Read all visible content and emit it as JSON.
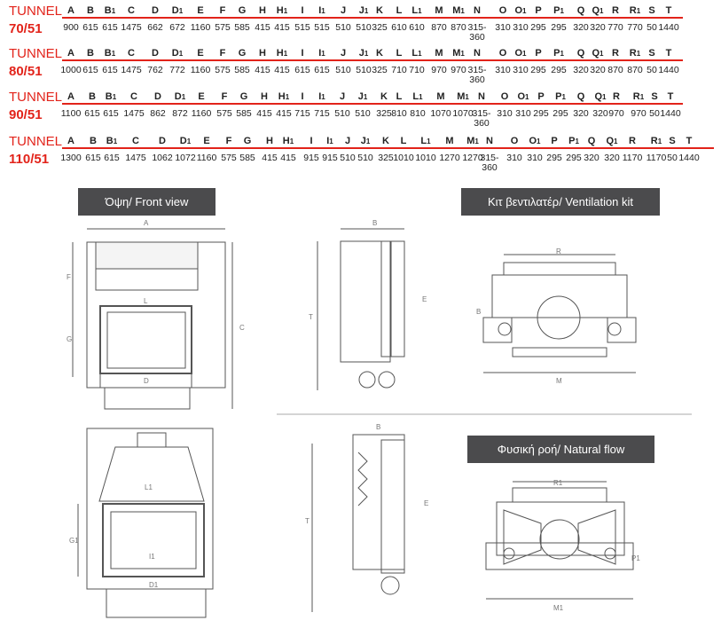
{
  "tables": [
    {
      "name": "TUNNEL",
      "model": "70/51",
      "headers": [
        "A",
        "B",
        "B1",
        "C",
        "D",
        "D1",
        "E",
        "F",
        "G",
        "H",
        "H1",
        "I",
        "I1",
        "J",
        "J1",
        "K",
        "L",
        "L1",
        "M",
        "M1",
        "N",
        "O",
        "O1",
        "P",
        "P1",
        "Q",
        "Q1",
        "R",
        "R1",
        "S",
        "T"
      ],
      "values": [
        "900",
        "615",
        "615",
        "1475",
        "662",
        "672",
        "1160",
        "575",
        "585",
        "415",
        "415",
        "515",
        "515",
        "510",
        "510",
        "325",
        "610",
        "610",
        "870",
        "870",
        "315-\n360",
        "310",
        "310",
        "295",
        "295",
        "320",
        "320",
        "770",
        "770",
        "50",
        "1440"
      ]
    },
    {
      "name": "TUNNEL",
      "model": "80/51",
      "headers": [
        "A",
        "B",
        "B1",
        "C",
        "D",
        "D1",
        "E",
        "F",
        "G",
        "H",
        "H1",
        "I",
        "I1",
        "J",
        "J1",
        "K",
        "L",
        "L1",
        "M",
        "M1",
        "N",
        "O",
        "O1",
        "P",
        "P1",
        "Q",
        "Q1",
        "R",
        "R1",
        "S",
        "T"
      ],
      "values": [
        "1000",
        "615",
        "615",
        "1475",
        "762",
        "772",
        "1160",
        "575",
        "585",
        "415",
        "415",
        "615",
        "615",
        "510",
        "510",
        "325",
        "710",
        "710",
        "970",
        "970",
        "315-\n360",
        "310",
        "310",
        "295",
        "295",
        "320",
        "320",
        "870",
        "870",
        "50",
        "1440"
      ]
    },
    {
      "name": "TUNNEL",
      "model": "90/51",
      "headers": [
        "A",
        "B",
        "B1",
        "C",
        "D",
        "D1",
        "E",
        "F",
        "G",
        "H",
        "H1",
        "I",
        "I1",
        "J",
        "J1",
        "K",
        "L",
        "L1",
        "M",
        "M1",
        "N",
        "O",
        "O1",
        "P",
        "P1",
        "Q",
        "Q1",
        "R",
        "R1",
        "S",
        "T"
      ],
      "values": [
        "1100",
        "615",
        "615",
        "1475",
        "862",
        "872",
        "1160",
        "575",
        "585",
        "415",
        "415",
        "715",
        "715",
        "510",
        "510",
        "325",
        "810",
        "810",
        "1070",
        "1070",
        "315-\n360",
        "310",
        "310",
        "295",
        "295",
        "320",
        "320",
        "970",
        "970",
        "50",
        "1440"
      ]
    },
    {
      "name": "TUNNEL",
      "model": "110/51",
      "headers": [
        "A",
        "B",
        "B1",
        "C",
        "D",
        "D1",
        "E",
        "F",
        "G",
        "H",
        "H1",
        "I",
        "I1",
        "J",
        "J1",
        "K",
        "L",
        "L1",
        "M",
        "M1",
        "N",
        "O",
        "O1",
        "P",
        "P1",
        "Q",
        "Q1",
        "R",
        "R1",
        "S",
        "T"
      ],
      "values": [
        "1300",
        "615",
        "615",
        "1475",
        "1062",
        "1072",
        "1160",
        "575",
        "585",
        "415",
        "415",
        "915",
        "915",
        "510",
        "510",
        "325",
        "1010",
        "1010",
        "1270",
        "1270",
        "315-\n360",
        "310",
        "310",
        "295",
        "295",
        "320",
        "320",
        "1170",
        "1170",
        "50",
        "1440"
      ]
    }
  ],
  "captions": {
    "front_view": "Όψη/ Front view",
    "ventilation_kit": "Κιτ βεντιλατέρ/ Ventilation kit",
    "natural_flow": "Φυσική ροή/ Natural flow"
  },
  "colors": {
    "accent": "#e2231a",
    "caption_bg": "#4b4b4d"
  }
}
